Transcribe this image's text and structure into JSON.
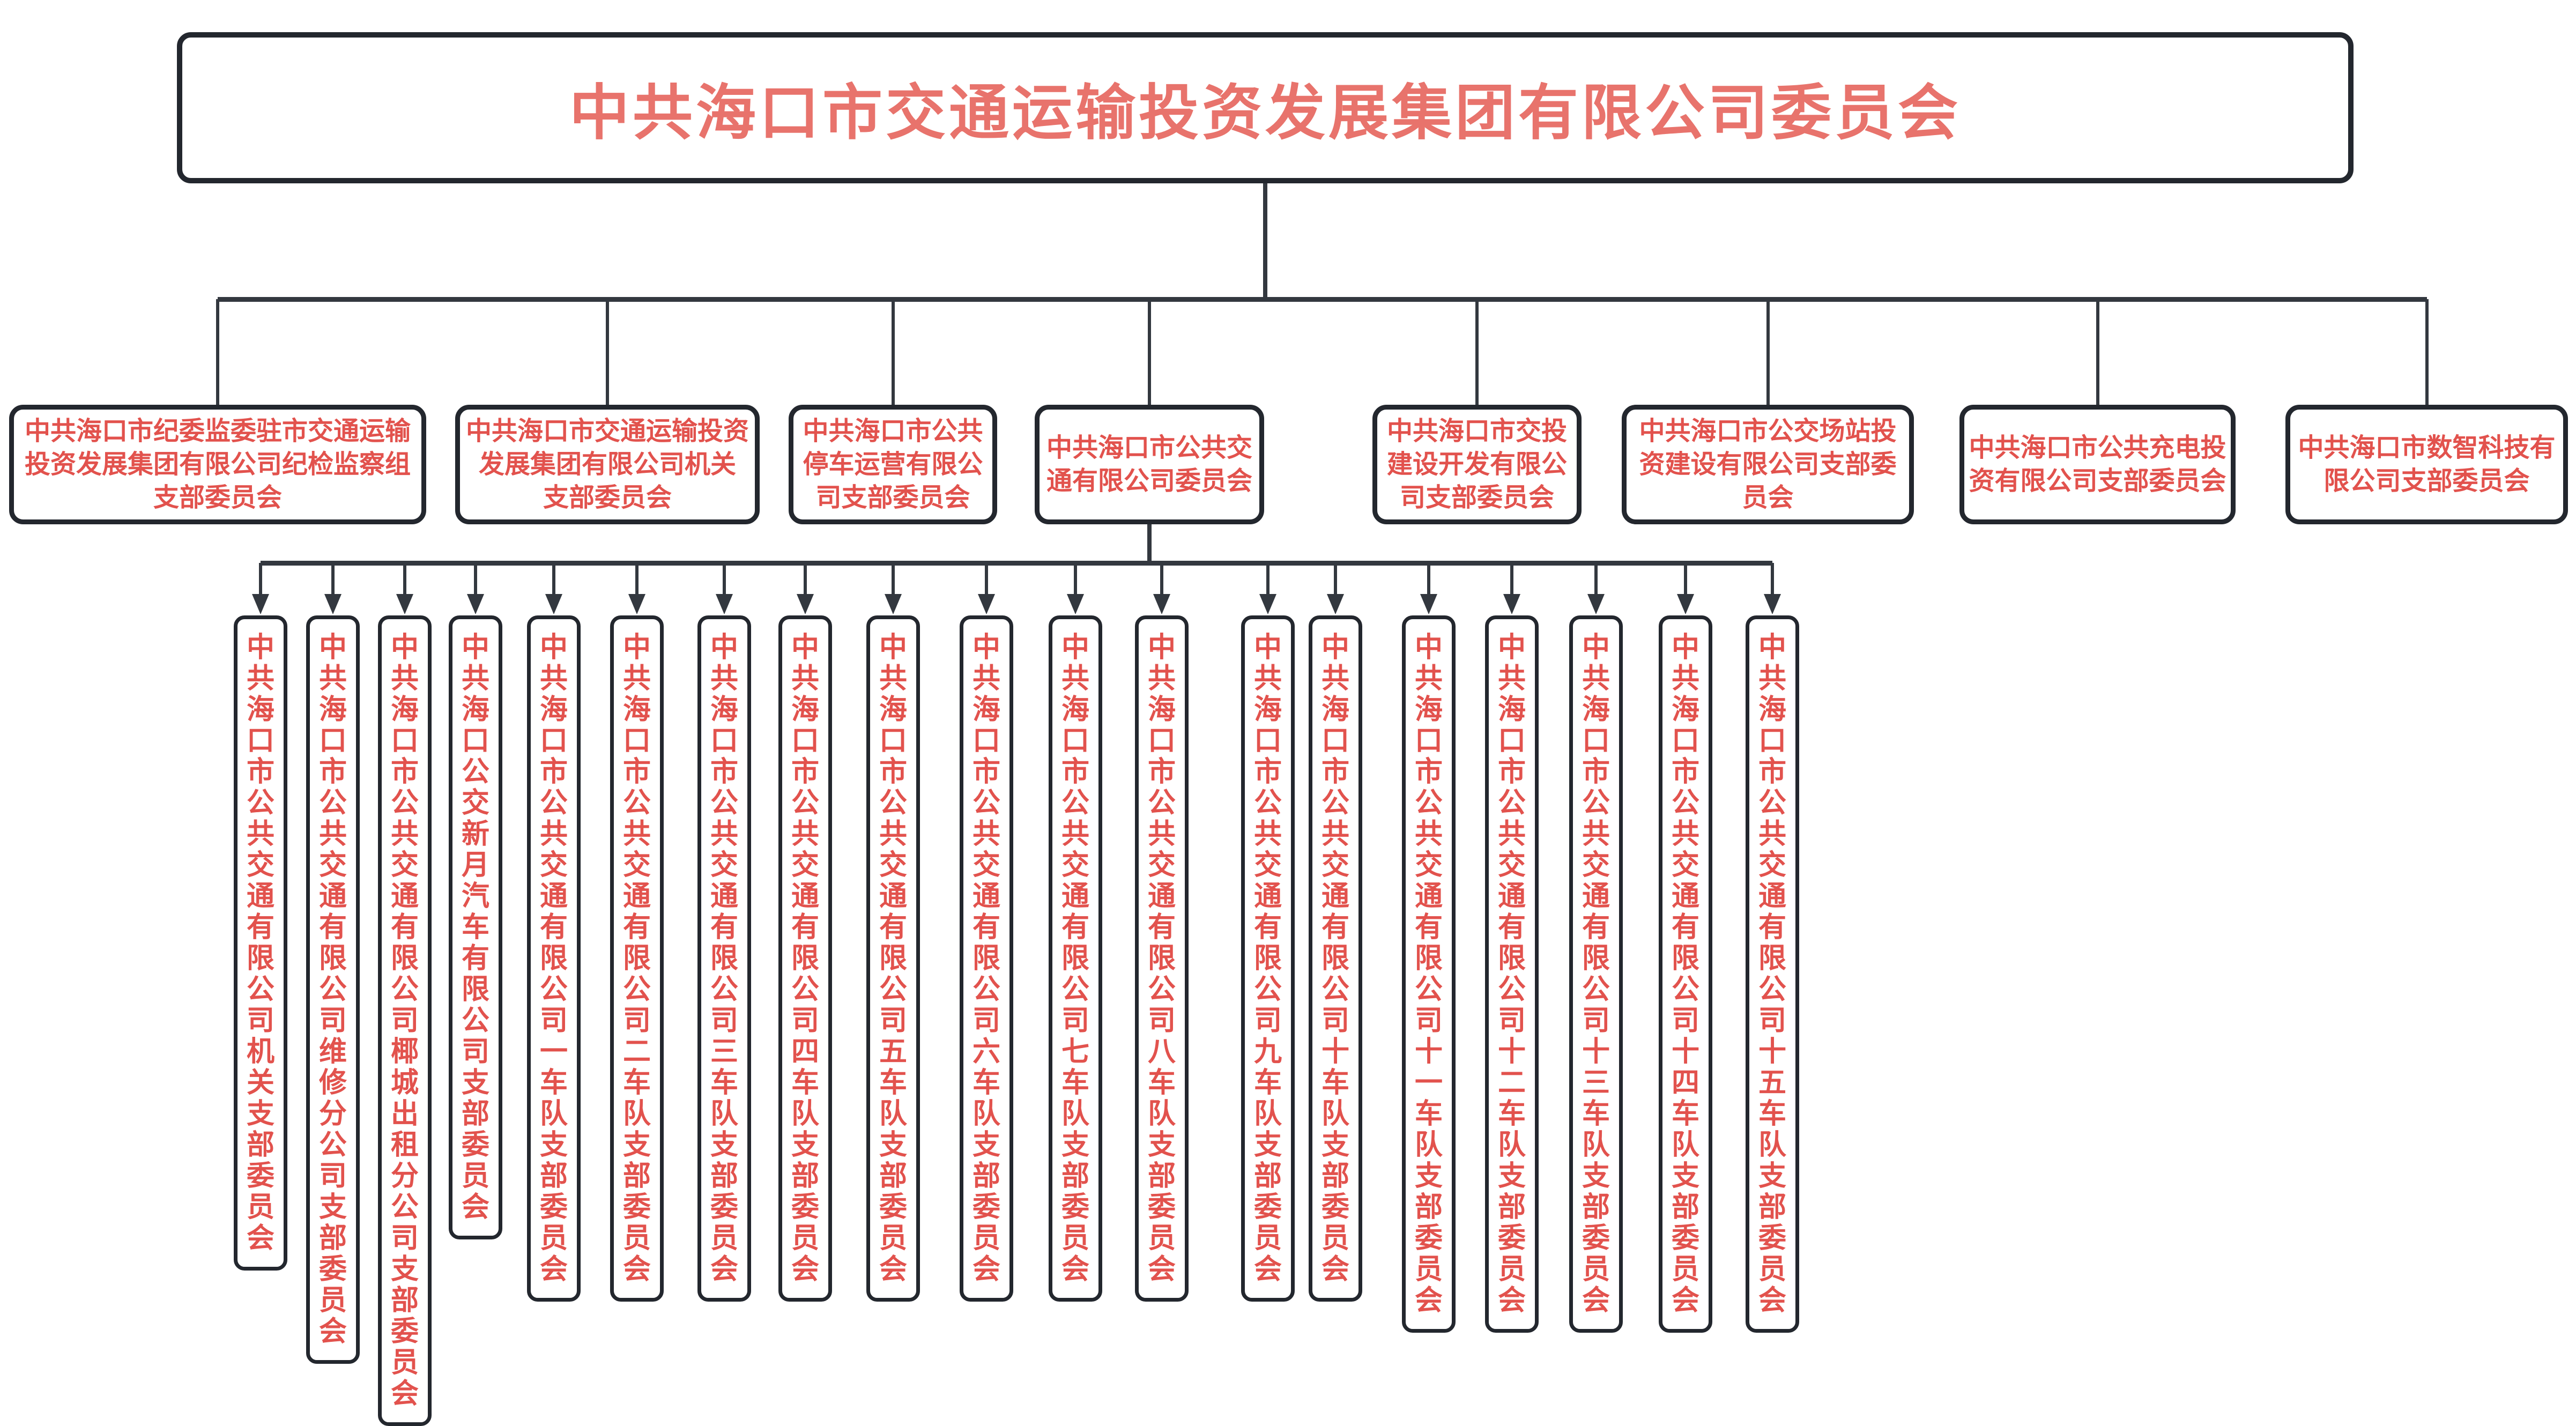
{
  "org": {
    "root": {
      "label": "中共海口市交通运输投资发展集团有限公司委员会"
    },
    "level2": [
      {
        "lines": [
          "中共海口市纪委监委驻市交通运输",
          "投资发展集团有限公司纪检监察组",
          "支部委员会"
        ]
      },
      {
        "lines": [
          "中共海口市交通运输投资",
          "发展集团有限公司机关",
          "支部委员会"
        ]
      },
      {
        "lines": [
          "中共海口市公共",
          "停车运营有限公",
          "司支部委员会"
        ]
      },
      {
        "lines": [
          "中共海口市公共交",
          "通有限公司委员会"
        ]
      },
      {
        "lines": [
          "中共海口市交投",
          "建设开发有限公",
          "司支部委员会"
        ]
      },
      {
        "lines": [
          "中共海口市公交场站投",
          "资建设有限公司支部委",
          "员会"
        ]
      },
      {
        "lines": [
          "中共海口市公共充电投",
          "资有限公司支部委员会"
        ]
      },
      {
        "lines": [
          "中共海口市数智科技有",
          "限公司支部委员会"
        ]
      }
    ],
    "level3": [
      {
        "label": "中共海口市公共交通有限公司机关支部委员会"
      },
      {
        "label": "中共海口市公共交通有限公司维修分公司支部委员会"
      },
      {
        "label": "中共海口市公共交通有限公司椰城出租分公司支部委员会"
      },
      {
        "label": "中共海口公交新月汽车有限公司支部委员会"
      },
      {
        "label": "中共海口市公共交通有限公司一车队支部委员会"
      },
      {
        "label": "中共海口市公共交通有限公司二车队支部委员会"
      },
      {
        "label": "中共海口市公共交通有限公司三车队支部委员会"
      },
      {
        "label": "中共海口市公共交通有限公司四车队支部委员会"
      },
      {
        "label": "中共海口市公共交通有限公司五车队支部委员会"
      },
      {
        "label": "中共海口市公共交通有限公司六车队支部委员会"
      },
      {
        "label": "中共海口市公共交通有限公司七车队支部委员会"
      },
      {
        "label": "中共海口市公共交通有限公司八车队支部委员会"
      },
      {
        "label": "中共海口市公共交通有限公司九车队支部委员会"
      },
      {
        "label": "中共海口市公共交通有限公司十车队支部委员会"
      },
      {
        "label": "中共海口市公共交通有限公司十一车队支部委员会"
      },
      {
        "label": "中共海口市公共交通有限公司十二车队支部委员会"
      },
      {
        "label": "中共海口市公共交通有限公司十三车队支部委员会"
      },
      {
        "label": "中共海口市公共交通有限公司十四车队支部委员会"
      },
      {
        "label": "中共海口市公共交通有限公司十五车队支部委员会"
      }
    ],
    "colors": {
      "title_red": "#E8736C",
      "node_red": "#E2524D",
      "border_dark": "#23272E",
      "line_dark": "#33383F",
      "background": "#FFFFFF"
    }
  }
}
